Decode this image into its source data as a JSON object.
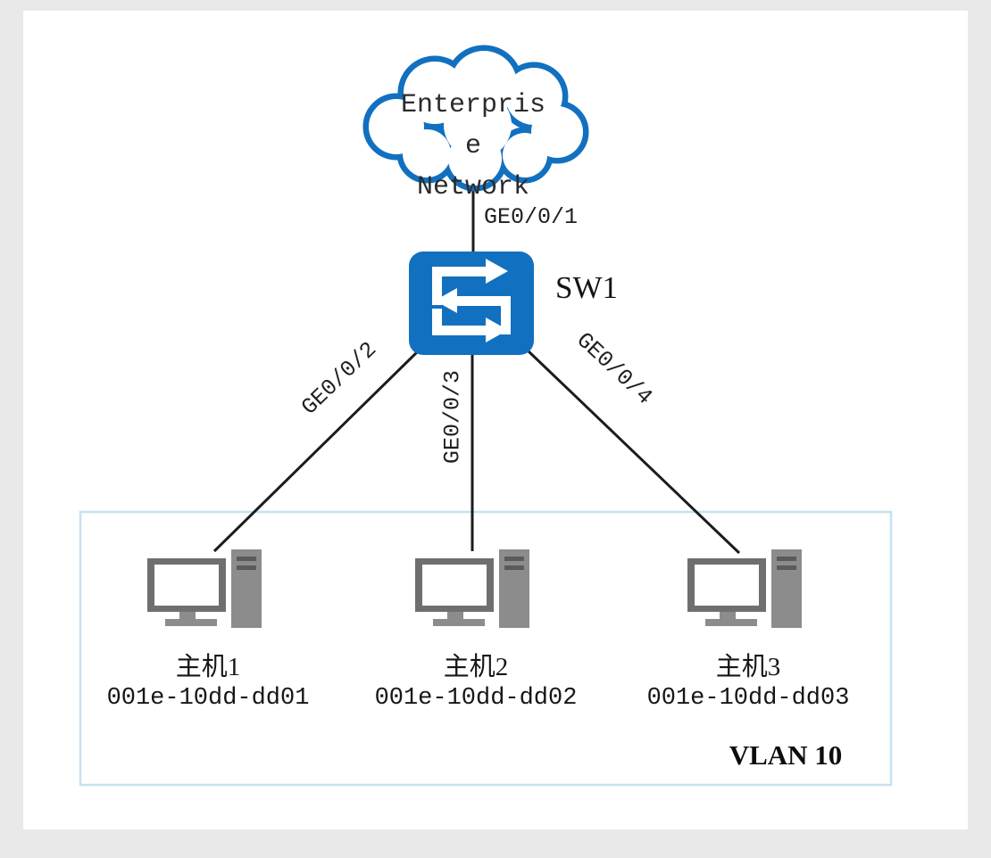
{
  "diagram": {
    "cloud": {
      "label_lines": [
        "Enterpris",
        "e",
        "Network"
      ]
    },
    "switch": {
      "name": "SW1"
    },
    "ports": {
      "to_cloud": "GE0/0/1",
      "to_host1": "GE0/0/2",
      "to_host2": "GE0/0/3",
      "to_host3": "GE0/0/4"
    },
    "hosts": [
      {
        "name": "主机1",
        "mac": "001e-10dd-dd01"
      },
      {
        "name": "主机2",
        "mac": "001e-10dd-dd02"
      },
      {
        "name": "主机3",
        "mac": "001e-10dd-dd03"
      }
    ],
    "vlan": {
      "label": "VLAN 10"
    },
    "colors": {
      "device_blue": "#1270c0",
      "link_line": "#1c1c1c",
      "host_gray": "#8c8c8c",
      "vlan_border": "#c5e2ef"
    }
  }
}
